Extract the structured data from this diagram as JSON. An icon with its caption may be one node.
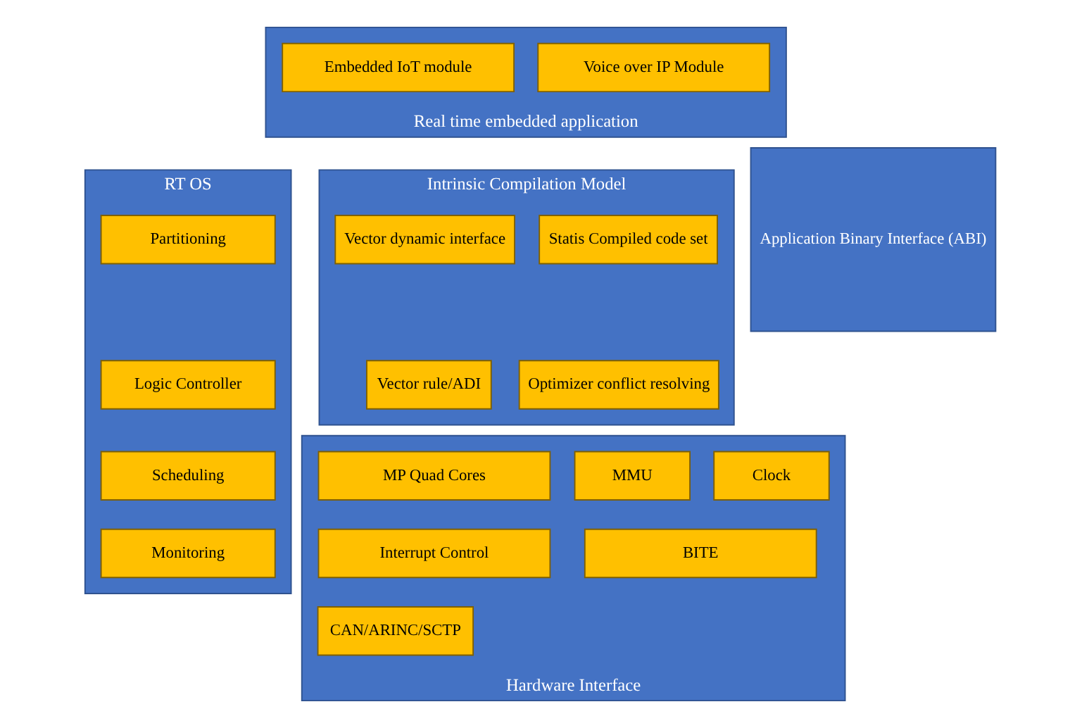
{
  "diagram": {
    "nodes": [
      {
        "text": [
          "Real time embedded application"
        ]
      },
      {
        "text": [
          "Embedded IoT module"
        ],
        "in": 0
      },
      {
        "text": [
          "Voice over IP Module"
        ],
        "in": 0
      },
      {
        "text": [
          "RT OS"
        ]
      },
      {
        "text": [
          "Partitioning"
        ],
        "in": 3
      },
      {
        "text": [
          "Logic Controller"
        ],
        "in": 3
      },
      {
        "text": [
          "Scheduling"
        ],
        "in": 3
      },
      {
        "text": [
          "Monitoring"
        ],
        "in": 3
      },
      {
        "text": [
          "Intrinsic Compilation Model"
        ]
      },
      {
        "text": [
          "Vector dynamic interface"
        ],
        "in": 8
      },
      {
        "text": [
          "Statis Compiled code set"
        ],
        "in": 8
      },
      {
        "text": [
          "Vector rule/ADI"
        ],
        "in": 8
      },
      {
        "text": [
          "Optimizer conflict resolving"
        ],
        "in": 8
      },
      {
        "text": [
          "Application Binary Interface (ABI)"
        ]
      },
      {
        "text": [
          "Hardware Interface"
        ]
      },
      {
        "text": [
          "CAN/ARINC/SCTP"
        ],
        "in": 14
      },
      {
        "text": [
          "MP Quad Cores"
        ],
        "in": 14
      },
      {
        "text": [
          "Interrupt Control"
        ],
        "in": 14
      },
      {
        "text": [
          "MMU"
        ],
        "in": 14
      },
      {
        "text": [
          "Clock"
        ],
        "in": 14
      },
      {
        "text": [
          "BITE"
        ],
        "in": 14
      }
    ],
    "edges": []
  }
}
